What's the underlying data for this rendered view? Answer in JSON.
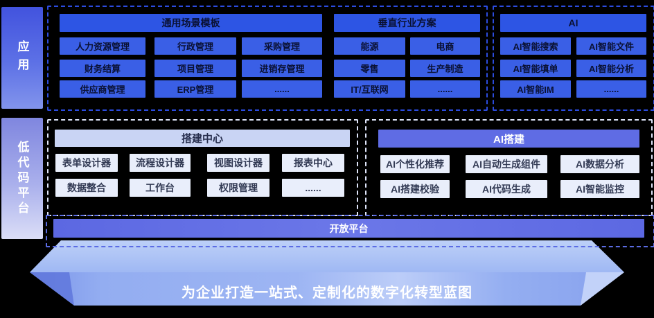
{
  "side_labels": {
    "app": "应用",
    "low_code": "低代码平台"
  },
  "sections": {
    "general_templates": {
      "title": "通用场景模板",
      "items": [
        "人力资源管理",
        "行政管理",
        "采购管理",
        "财务结算",
        "项目管理",
        "进销存管理",
        "供应商管理",
        "ERP管理",
        "......"
      ]
    },
    "vertical_solutions": {
      "title": "垂直行业方案",
      "items": [
        "能源",
        "电商",
        "零售",
        "生产制造",
        "IT/互联网",
        "......"
      ]
    },
    "ai_apps": {
      "title": "AI",
      "items": [
        "AI智能搜索",
        "AI智能文件",
        "AI智能填单",
        "AI智能分析",
        "AI智能IM",
        "......"
      ]
    },
    "build_center": {
      "title": "搭建中心",
      "items": [
        "表单设计器",
        "流程设计器",
        "视图设计器",
        "报表中心",
        "数据整合",
        "工作台",
        "权限管理",
        "......"
      ]
    },
    "ai_build": {
      "title": "AI搭建",
      "items": [
        "AI个性化推荐",
        "AI自动生成组件",
        "AI数据分析",
        "AI搭建校验",
        "AI代码生成",
        "AI智能监控"
      ]
    },
    "open_platform": {
      "title": "开放平台"
    }
  },
  "banner": {
    "caption": "为企业打造一站式、定制化的数字化转型蓝图"
  },
  "colors": {
    "background": "#000000",
    "chip_blue": "#3a5fe6",
    "header_blue": "#2d55e4",
    "accent_purple": "#5f6ce4",
    "chip_light": "#e9eefb",
    "header_light": "#c9d4f4",
    "dash_blue": "#2c4cdf",
    "dash_light": "#dfe5fa",
    "platform_top": "#b9cdf7",
    "platform_front": "#8fa9f0"
  }
}
